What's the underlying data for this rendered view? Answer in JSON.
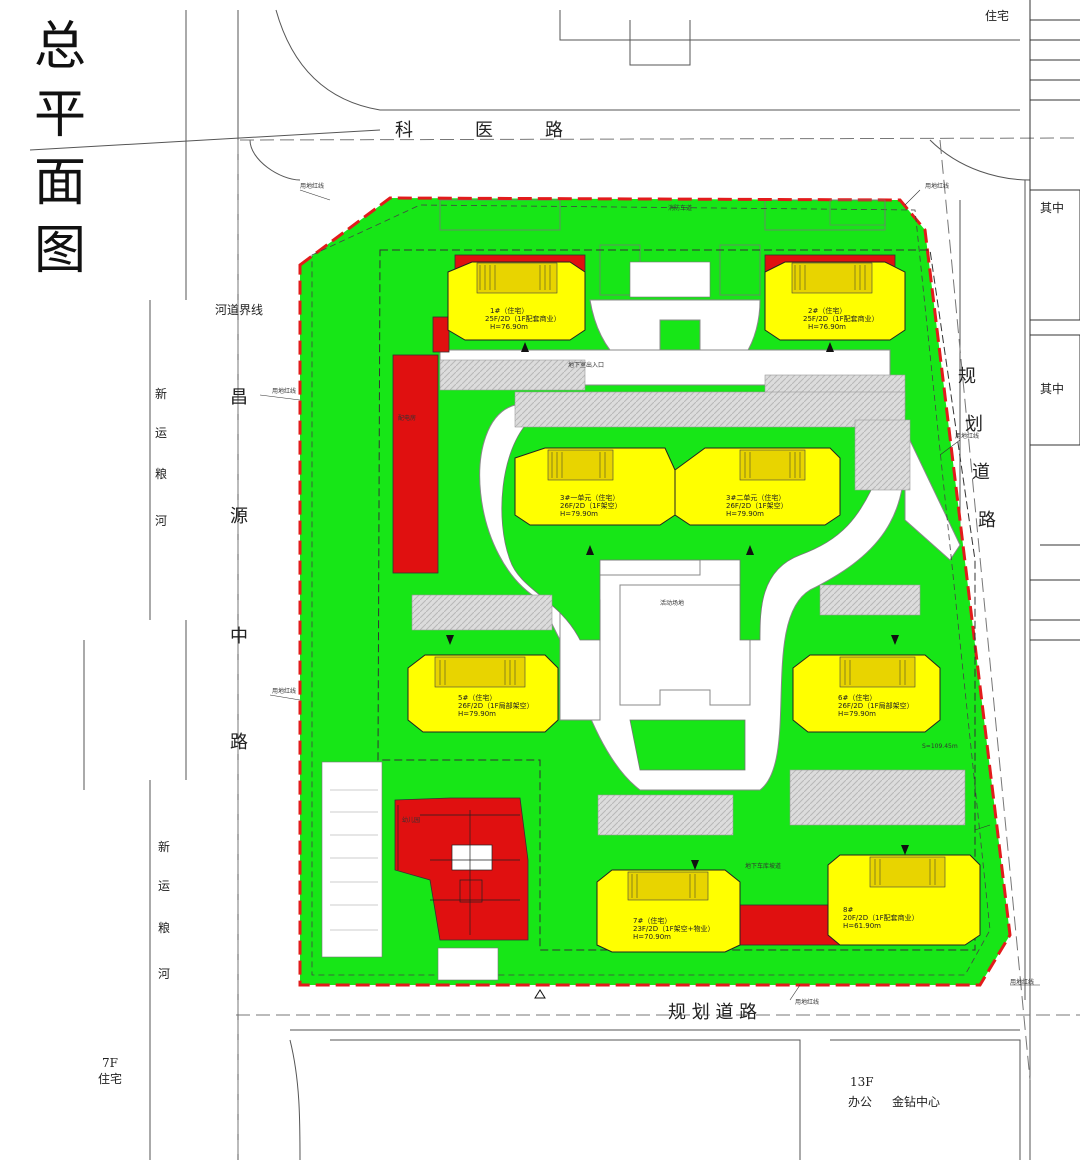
{
  "title_chars": [
    "总",
    "平",
    "面",
    "图"
  ],
  "roads": {
    "north": [
      "科",
      "医",
      "路"
    ],
    "west": [
      "昌",
      "源",
      "中",
      "路"
    ],
    "east": [
      "规",
      "划",
      "道",
      "路"
    ],
    "south": "规 划 道 路"
  },
  "river": {
    "boundary_label": "河道界线",
    "name_upper": [
      "新",
      "运",
      "粮",
      "河"
    ],
    "name_lower": [
      "新",
      "运",
      "粮",
      "河"
    ]
  },
  "neighbors": {
    "north_right": "住宅",
    "east_upper": "其中",
    "east_middle": "其中",
    "sw_floors": "7F",
    "sw_use": "住宅",
    "se_floors": "13F",
    "se_use": "办公",
    "se_name": "金钻中心"
  },
  "buildings": [
    {
      "id": "b1",
      "line1": "1#（住宅）",
      "line2": "25F/2D（1F配套商业）",
      "line3": "H=76.90m"
    },
    {
      "id": "b2",
      "line1": "2#（住宅）",
      "line2": "25F/2D（1F配套商业）",
      "line3": "H=76.90m"
    },
    {
      "id": "b3a",
      "line1": "3#一单元（住宅）",
      "line2": "26F/2D（1F架空）",
      "line3": "H=79.90m"
    },
    {
      "id": "b3b",
      "line1": "3#二单元（住宅）",
      "line2": "26F/2D（1F架空）",
      "line3": "H=79.90m"
    },
    {
      "id": "b5",
      "line1": "5#（住宅）",
      "line2": "26F/2D（1F局部架空）",
      "line3": "H=79.90m"
    },
    {
      "id": "b6",
      "line1": "6#（住宅）",
      "line2": "26F/2D（1F局部架空）",
      "line3": "H=79.90m"
    },
    {
      "id": "b7",
      "line1": "7#（住宅）",
      "line2": "23F/2D（1F架空+物业）",
      "line3": "H=70.90m"
    },
    {
      "id": "b8",
      "line1": "8#",
      "line2": "20F/2D（1F配套商业）",
      "line3": "H=61.90m"
    }
  ],
  "annotations": {
    "redline_label": "用地红线",
    "basement_entry": "地下室出入口",
    "garage_ramp": "地下车库坡道",
    "kindergarten": "幼儿园",
    "substation": "配电房",
    "activity": "活动场地",
    "fire_road": "消防车道",
    "height_note": "S=109.45m"
  },
  "colors": {
    "green": "#17e617",
    "yellow": "#ffff00",
    "red": "#e01010",
    "redline": "#e21b1b",
    "hatch": "#cfcfcf"
  }
}
